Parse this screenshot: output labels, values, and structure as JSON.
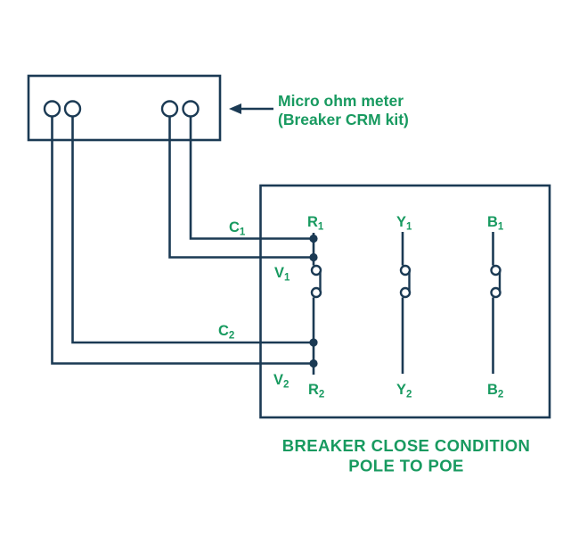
{
  "colors": {
    "line_navy": "#1b3a54",
    "text_green": "#189a60",
    "background": "#ffffff"
  },
  "meter": {
    "label_line1": "Micro ohm meter",
    "label_line2": "(Breaker CRM kit)"
  },
  "wires": {
    "c1": {
      "main": "C",
      "sub": "1"
    },
    "v1": {
      "main": "V",
      "sub": "1"
    },
    "c2": {
      "main": "C",
      "sub": "2"
    },
    "v2": {
      "main": "V",
      "sub": "2"
    }
  },
  "poles": {
    "r1": {
      "main": "R",
      "sub": "1"
    },
    "r2": {
      "main": "R",
      "sub": "2"
    },
    "y1": {
      "main": "Y",
      "sub": "1"
    },
    "y2": {
      "main": "Y",
      "sub": "2"
    },
    "b1": {
      "main": "B",
      "sub": "1"
    },
    "b2": {
      "main": "B",
      "sub": "2"
    }
  },
  "caption": {
    "line1": "BREAKER CLOSE CONDITION",
    "line2": "POLE TO POE"
  }
}
